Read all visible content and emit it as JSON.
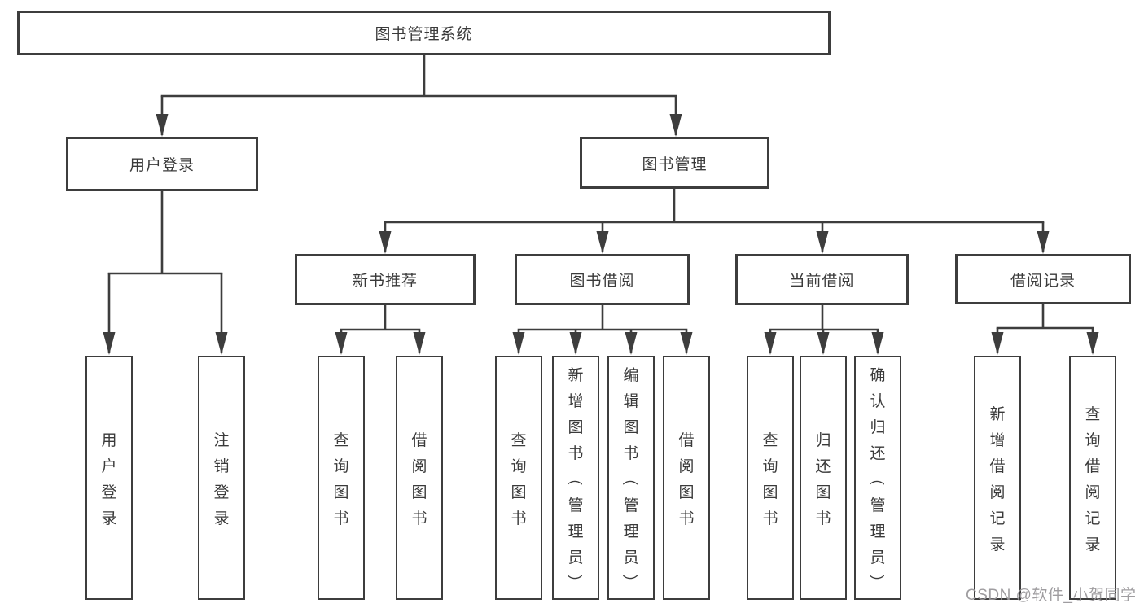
{
  "nodes": {
    "root": "图书管理系统",
    "user_login": "用户登录",
    "book_mgmt": "图书管理",
    "new_books": "新书推荐",
    "book_borrow": "图书借阅",
    "current_borrow": "当前借阅",
    "borrow_records": "借阅记录"
  },
  "leaves": {
    "user_login": [
      "用户登录",
      "注销登录"
    ],
    "new_books": [
      "查询图书",
      "借阅图书"
    ],
    "book_borrow": [
      "查询图书",
      "新增图书（管理员）",
      "编辑图书（管理员）",
      "借阅图书"
    ],
    "current_borrow": [
      "查询图书",
      "归还图书",
      "确认归还（管理员）"
    ],
    "borrow_records": [
      "新增借阅记录",
      "查询借阅记录"
    ]
  },
  "watermark": "CSDN @软件_小贺同学",
  "colors": {
    "line": "#3d3d3d",
    "text": "#3a3a3a",
    "watermark": "#9a989b"
  }
}
